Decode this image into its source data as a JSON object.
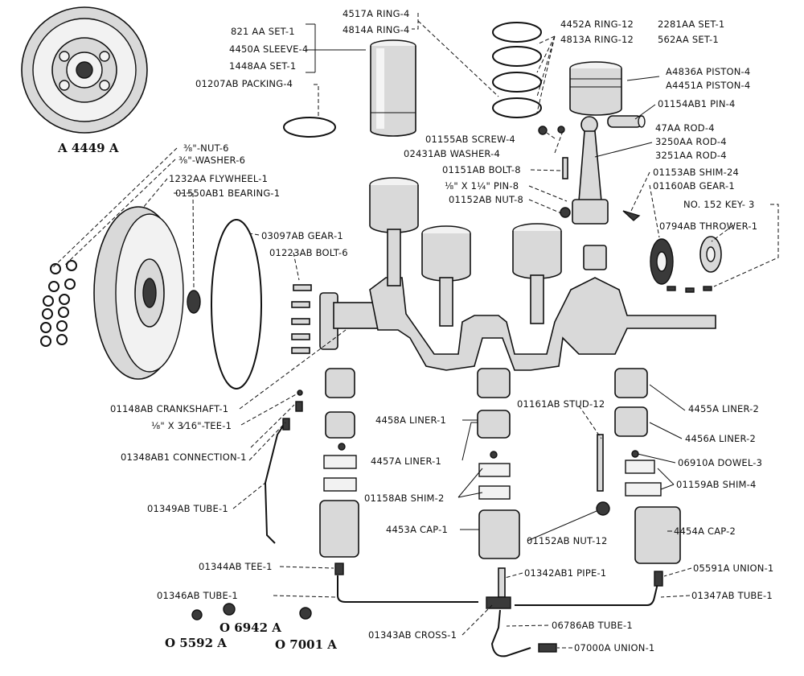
{
  "labels": {
    "a4449a": "A 4449 A",
    "set821": "821 AA SET-1",
    "sleeve": "4450A SLEEVE-4",
    "set1448": "1448AA SET-1",
    "packing": "01207AB PACKING-4",
    "ring4517": "4517A RING-4",
    "ring4814": "4814A RING-4",
    "ring4452": "4452A RING-12",
    "ring4813": "4813A RING-12",
    "set2281": "2281AA SET-1",
    "set562": "562AA SET-1",
    "pistonA4836": "A4836A PISTON-4",
    "pistonA4451": "A4451A PISTON-4",
    "pin01154": "01154AB1 PIN-4",
    "rod47": "47AA ROD-4",
    "rod3250": "3250AA ROD-4",
    "rod3251": "3251AA ROD-4",
    "screw": "01155AB SCREW-4",
    "washer02431": "02431AB WASHER-4",
    "bolt01151": "01151AB BOLT-8",
    "pinSmall": "⅛\" X 1¼\" PIN-8",
    "nut01152": "01152AB NUT-8",
    "shim01153": "01153AB SHIM-24",
    "gear01160": "01160AB GEAR-1",
    "key": "NO. 152 KEY- 3",
    "thrower": "0794AB THROWER-1",
    "nut6": "⅜\"-NUT-6",
    "washer6": "⅜\"-WASHER-6",
    "flywheel": "1232AA FLYWHEEL-1",
    "bearing": "01550AB1 BEARING-1",
    "gear03097": "03097AB GEAR-1",
    "bolt01223": "01223AB BOLT-6",
    "crankshaft": "01148AB CRANKSHAFT-1",
    "tee1": "⅛\" X 3⁄16\"-TEE-1",
    "connection": "01348AB1 CONNECTION-1",
    "tube01349": "01349AB TUBE-1",
    "liner4458": "4458A LINER-1",
    "liner4457": "4457A LINER-1",
    "stud": "01161AB STUD-12",
    "liner4455": "4455A LINER-2",
    "liner4456": "4456A LINER-2",
    "dowel": "06910A DOWEL-3",
    "shim01158": "01158AB SHIM-2",
    "shim01159": "01159AB SHIM-4",
    "cap4453": "4453A CAP-1",
    "nut12": "01152AB NUT-12",
    "cap4454": "4454A CAP-2",
    "tee01344": "01344AB TEE-1",
    "pipe01342": "01342AB1 PIPE-1",
    "union05591": "05591A UNION-1",
    "tube01346": "01346AB TUBE-1",
    "tube01347": "01347AB TUBE-1",
    "cross": "01343AB CROSS-1",
    "tube06786": "06786AB TUBE-1",
    "union07000": "07000A UNION-1",
    "o6942": "O 6942 A",
    "o5592": "O 5592 A",
    "o7001": "O 7001 A"
  }
}
